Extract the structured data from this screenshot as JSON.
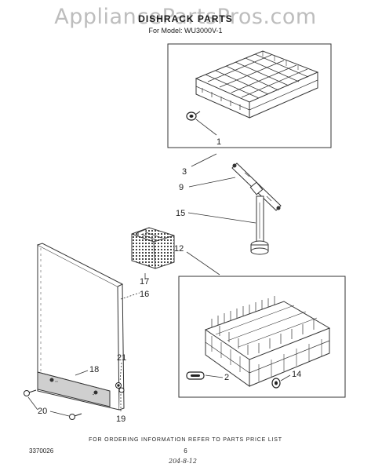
{
  "watermark": "AppliancePartsPros.com",
  "title": "DISHRACK PARTS",
  "model": "For Model: WU3000V-1",
  "callouts": [
    "1",
    "2",
    "3",
    "9",
    "12",
    "14",
    "15",
    "16",
    "17",
    "18",
    "19",
    "20",
    "21"
  ],
  "footer": {
    "note": "FOR ORDERING INFORMATION REFER TO PARTS PRICE LIST",
    "doc_number": "3370026",
    "page_number": "6",
    "handwriting": "204-8-12"
  }
}
